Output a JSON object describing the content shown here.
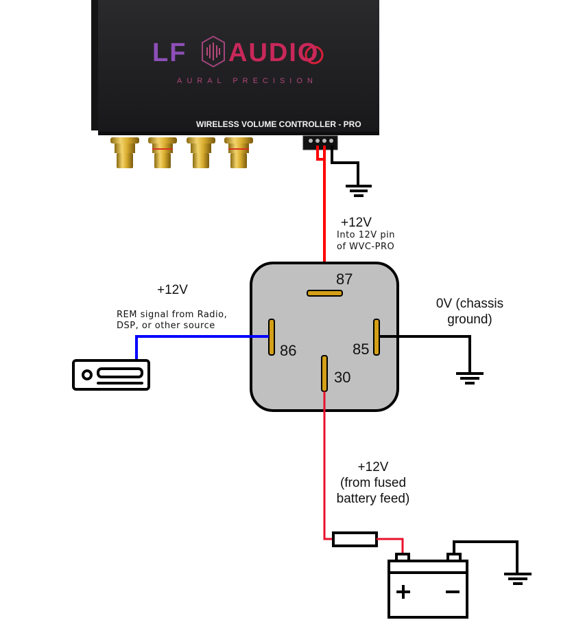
{
  "device": {
    "brand_left": "LF",
    "brand_right": "AUDIO",
    "tagline": "AURAL PRECISION",
    "model_label": "WIRELESS VOLUME CONTROLLER - PRO",
    "rca_jack_count": 4
  },
  "labels": {
    "wvc_voltage": "+12V",
    "wvc_note_line1": "Into 12V pin",
    "wvc_note_line2": "of WVC-PRO",
    "rem_voltage": "+12V",
    "rem_note_line1": "REM signal from Radio,",
    "rem_note_line2": "DSP, or other source",
    "ground_line1": "0V (chassis",
    "ground_line2": "ground)",
    "battery_voltage": "+12V",
    "battery_note_line1": "(from fused",
    "battery_note_line2": "battery feed)",
    "battery_plus": "+",
    "battery_minus": "−"
  },
  "relay": {
    "pins": {
      "p87": "87",
      "p86": "86",
      "p85": "85",
      "p30": "30"
    }
  },
  "colors": {
    "wire_power": "#ff0000",
    "wire_battery": "#e8112d",
    "wire_signal": "#0000ff",
    "wire_ground": "#000000",
    "relay_body": "#c0c0c0",
    "relay_pin": "#d4a017",
    "device_body": "#1f1f21"
  }
}
